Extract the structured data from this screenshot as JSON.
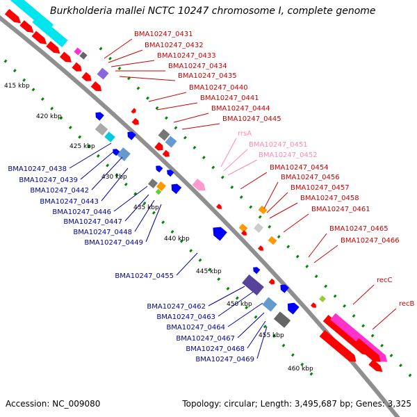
{
  "title": "Burkholderia mallei NCTC 10247 chromosome I, complete genome",
  "footer": {
    "accession": "Accession: NC_009080",
    "summary": "Topology: circular; Length: 3,495,687 bp; Genes: 3,325"
  },
  "colors": {
    "backbone": "#8f8f8f",
    "forward_gene": "#ff0000",
    "reverse_gene": "#0000ff",
    "rrna": "#ff99cc",
    "tick": "#008800",
    "label_forward": "#cc0000",
    "label_reverse": "#000099",
    "label_rna": "#ff88bb"
  },
  "scale_labels": [
    "415 kbp",
    "420 kbp",
    "425 kbp",
    "430 kbp",
    "435 kbp",
    "440 kbp",
    "445 kbp",
    "450 kbp",
    "455 kbp",
    "460 kbp"
  ],
  "forward_labels": [
    "BMA10247_0431",
    "BMA10247_0432",
    "BMA10247_0433",
    "BMA10247_0434",
    "BMA10247_0435",
    "BMA10247_0440",
    "BMA10247_0441",
    "BMA10247_0444",
    "BMA10247_0445",
    "BMA10247_0454",
    "BMA10247_0456",
    "BMA10247_0457",
    "BMA10247_0458",
    "BMA10247_0461",
    "BMA10247_0465",
    "BMA10247_0466",
    "recC",
    "recB"
  ],
  "rna_labels": [
    "rrsA",
    "BMA10247_0451",
    "BMA10247_0452"
  ],
  "reverse_labels": [
    "BMA10247_0438",
    "BMA10247_0439",
    "BMA10247_0442",
    "BMA10247_0443",
    "BMA10247_0446",
    "BMA10247_0447",
    "BMA10247_0448",
    "BMA10247_0449",
    "BMA10247_0455",
    "BMA10247_0462",
    "BMA10247_0463",
    "BMA10247_0464",
    "BMA10247_0467",
    "BMA10247_0468",
    "BMA10247_0469"
  ]
}
